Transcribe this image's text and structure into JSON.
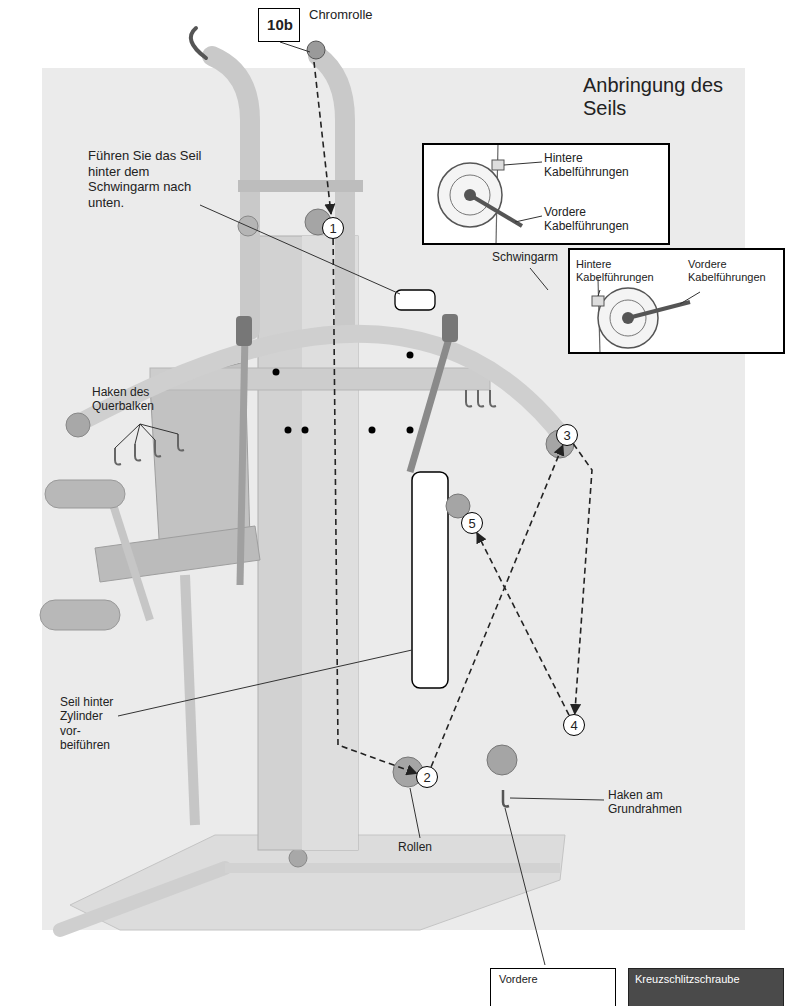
{
  "diagram": {
    "title": "Anbringung des Seils",
    "nodes": [
      {
        "text": [
          "10b",
          "Chromrolle"
        ]
      },
      {
        "text": [
          "Hintere Kabelführungen",
          "Vordere Kabelführungen"
        ]
      },
      {
        "text": [
          "1"
        ]
      },
      {
        "text": [
          "Hintere Kabelführungen",
          "Vordere Kabelführungen"
        ]
      },
      {
        "text": [
          "3"
        ]
      },
      {
        "text": [
          "5"
        ]
      },
      {
        "text": [
          "4"
        ]
      },
      {
        "text": [
          "2"
        ]
      },
      {
        "text": [
          "Vordere"
        ]
      },
      {
        "text": [
          "Kreuzschlitzschraube"
        ]
      }
    ],
    "edges": [
      {
        "from": 2,
        "to": 7,
        "arrow": "to"
      },
      {
        "from": 7,
        "to": 4,
        "arrow": "to"
      },
      {
        "from": 4,
        "to": 6,
        "arrow": "to"
      },
      {
        "from": 6,
        "to": 5,
        "arrow": "to"
      }
    ],
    "labels": [
      "Führen Sie das Seil hinter dem Schwingarm nach unten.",
      "Schwingarm",
      "Haken des Querbalken",
      "Seil hinter Zylinder vor- beiführen",
      "Rollen",
      "Haken am Grundrahmen"
    ]
  }
}
